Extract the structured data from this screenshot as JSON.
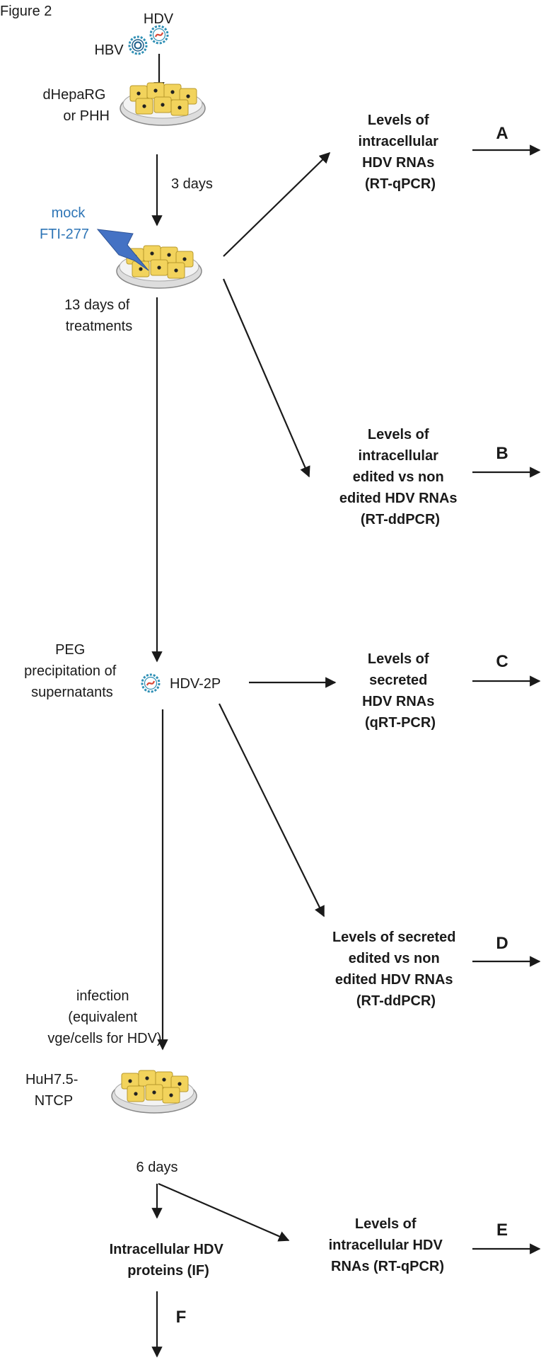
{
  "figure_label": "Figure 2",
  "inputs": {
    "hbv": "HBV",
    "hdv": "HDV"
  },
  "cells1": [
    "dHepaRG",
    "or PHH"
  ],
  "step1": "3 days",
  "treatment": [
    "mock",
    "FTI-277"
  ],
  "step2": [
    "13 days of",
    "treatments"
  ],
  "peg": [
    "PEG",
    "precipitation of",
    "supernatants"
  ],
  "virus": "HDV-2P",
  "infection": [
    "infection",
    "(equivalent",
    "vge/cells for HDV)"
  ],
  "cells2": [
    "HuH7.5-",
    "NTCP"
  ],
  "step3": "6 days",
  "proteins": [
    "Intracellular HDV",
    "proteins (IF)"
  ],
  "readouts": {
    "a": {
      "letter": "A",
      "lines": [
        "Levels of",
        "intracellular",
        "HDV RNAs",
        "(RT-qPCR)"
      ]
    },
    "b": {
      "letter": "B",
      "lines": [
        "Levels of",
        "intracellular",
        "edited vs non",
        "edited HDV RNAs",
        "(RT-ddPCR)"
      ]
    },
    "c": {
      "letter": "C",
      "lines": [
        "Levels of",
        "secreted",
        "HDV RNAs",
        "(qRT-PCR)"
      ]
    },
    "d": {
      "letter": "D",
      "lines": [
        "Levels of secreted",
        "edited vs non",
        "edited HDV RNAs",
        "(RT-ddPCR)"
      ]
    },
    "e": {
      "letter": "E",
      "lines": [
        "Levels of",
        "intracellular HDV",
        "RNAs (RT-qPCR)"
      ]
    },
    "f": {
      "letter": "F"
    }
  },
  "colors": {
    "cell_fill": "#f2d35c",
    "cell_stroke": "#b89a2c",
    "dish_fill": "#eeeeee",
    "dish_stroke": "#888888",
    "treatment_text": "#2e75b6",
    "bolt_fill": "#4472c4",
    "virus_outer": "#2e8fb5",
    "virus_inner": "#d94a3a"
  }
}
